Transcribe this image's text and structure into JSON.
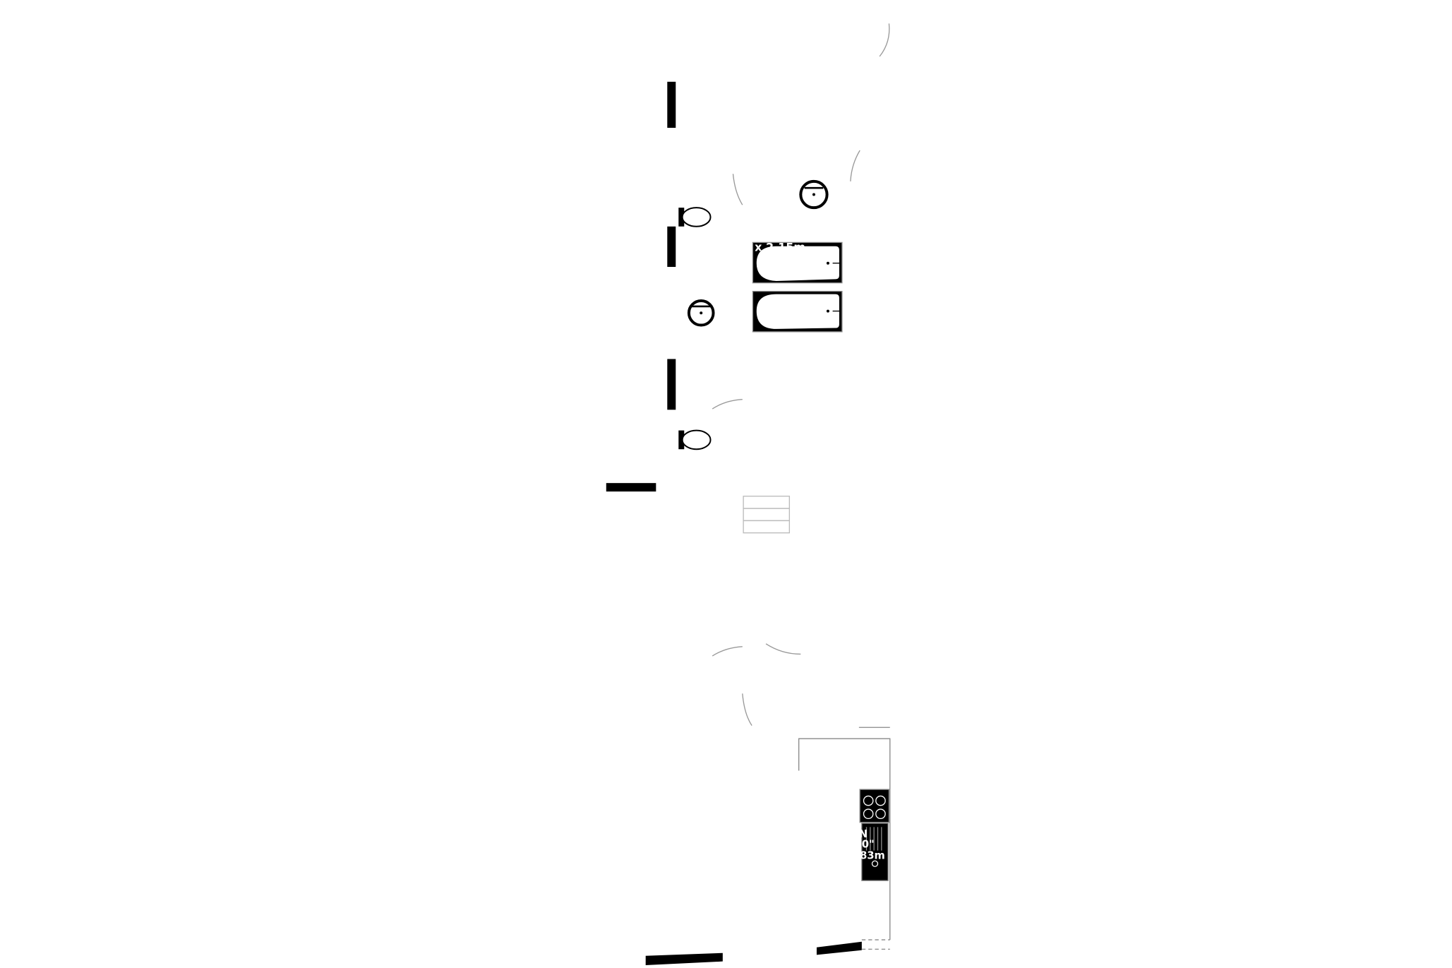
{
  "plan": {
    "bath_dimension_label": "x 2.15m",
    "kitchen_label_lines": [
      "N",
      "0\"",
      "83m"
    ]
  },
  "colors": {
    "wall": "#000000",
    "fixture_outline": "#888888",
    "background": "#ffffff"
  }
}
